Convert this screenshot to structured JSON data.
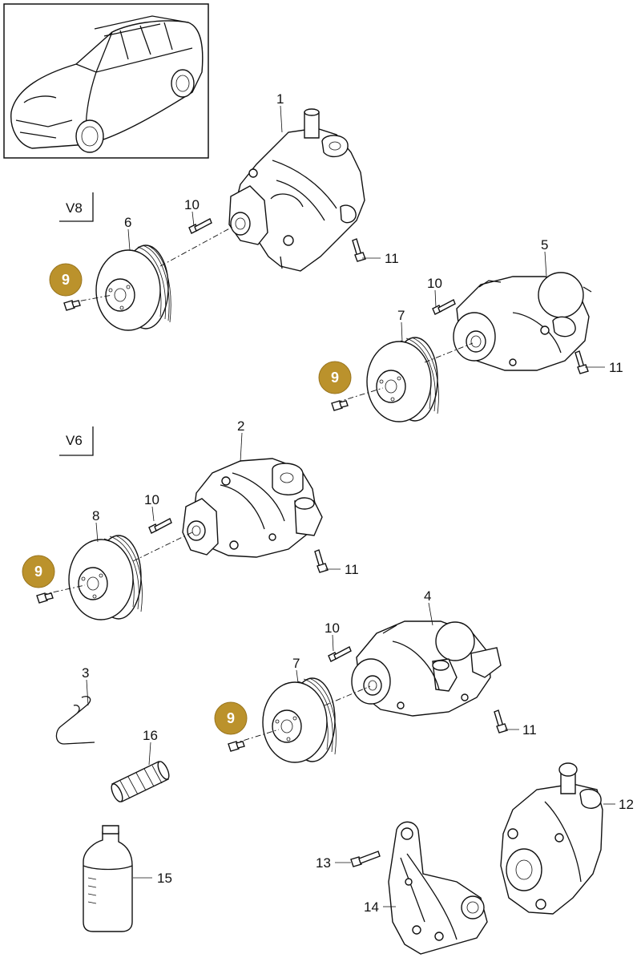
{
  "engine_labels": {
    "v8": "V8",
    "v6": "V6"
  },
  "callouts": {
    "c1": "1",
    "c2": "2",
    "c3": "3",
    "c4": "4",
    "c5": "5",
    "c6": "6",
    "c7a": "7",
    "c7b": "7",
    "c8": "8",
    "c10a": "10",
    "c10b": "10",
    "c10c": "10",
    "c10d": "10",
    "c11a": "11",
    "c11b": "11",
    "c11c": "11",
    "c11d": "11",
    "c12": "12",
    "c13": "13",
    "c14": "14",
    "c15": "15",
    "c16": "16"
  },
  "highlighted": {
    "b1": "9",
    "b2": "9",
    "b3": "9",
    "b4": "9"
  },
  "colors": {
    "highlight": "#bb922c",
    "line": "#111111"
  }
}
